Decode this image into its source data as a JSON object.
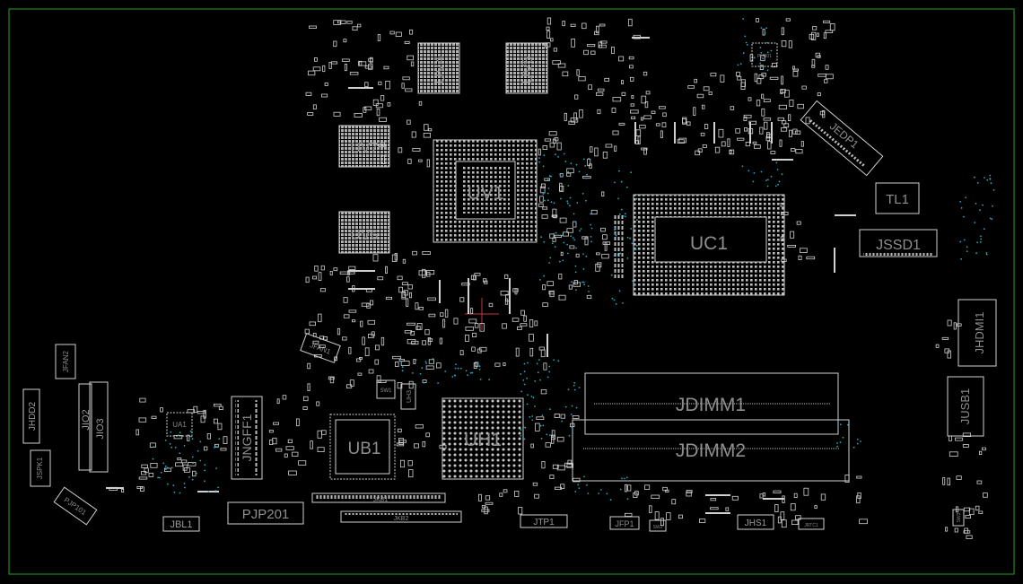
{
  "board": {
    "border_color": "#1f8a1f",
    "outline_color": "#d0d0d0",
    "label_color": "#8e8e8e",
    "via_color": "#2aa7b8",
    "crosshair_color": "#c23a3a"
  },
  "components": {
    "UV1": "UV1",
    "UV4": "UV4",
    "UV5": "UV5",
    "UV6": "UV6",
    "UV7": "UV7",
    "UC1": "UC1",
    "UB1": "UB1",
    "UH1": "UH1",
    "UA1": "UA1",
    "UH3": "UH3",
    "JEDP1": "JEDP1",
    "TL1": "TL1",
    "JSSD1": "JSSD1",
    "JHDMI1": "JHDMI1",
    "JUSB1": "JUSB1",
    "JDIMM1": "JDIMM1",
    "JDIMM2": "JDIMM2",
    "JNGFF1": "JNGFF1",
    "JHDD2": "JHDD2",
    "JIO2": "JIO2",
    "JIO3": "JIO3",
    "JFAN1": "JFAN1",
    "JFAN2": "JFAN2",
    "JSPK1": "JSPK1",
    "PJP101": "PJP101",
    "PJP201": "PJP201",
    "JBL1": "JBL1",
    "JKB1": "JKB1",
    "JKB2": "JKB2",
    "JTP1": "JTP1",
    "JFP1": "JFP1",
    "JHS1": "JHS1",
    "JRTC1": "JRTC1",
    "SW1": "SW1",
    "SW2": "SW2",
    "SW3": "SW3",
    "PUB01": "PUB01"
  }
}
